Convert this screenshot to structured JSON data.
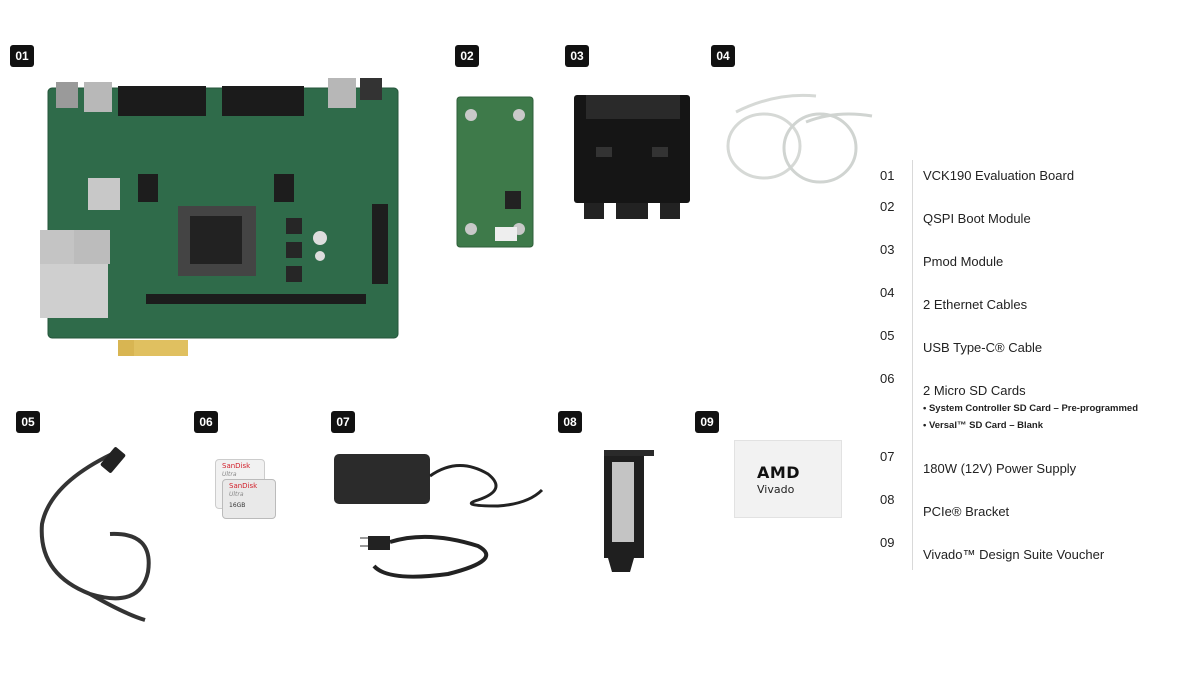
{
  "items": [
    {
      "num": "01",
      "label": "VCK190 Evaluation Board"
    },
    {
      "num": "02",
      "label": "QSPI Boot Module"
    },
    {
      "num": "03",
      "label": "Pmod Module"
    },
    {
      "num": "04",
      "label": "2 Ethernet Cables"
    },
    {
      "num": "05",
      "label": "USB Type-C® Cable"
    },
    {
      "num": "06",
      "label": "2 Micro SD Cards",
      "sub": [
        "• System Controller SD Card – Pre-programmed",
        "• Versal™ SD Card – Blank"
      ]
    },
    {
      "num": "07",
      "label": "180W (12V) Power Supply"
    },
    {
      "num": "08",
      "label": "PCIe® Bracket"
    },
    {
      "num": "09",
      "label": "Vivado™ Design Suite Voucher"
    }
  ],
  "sdcard": {
    "brand": "SanDisk",
    "line": "Ultra",
    "capacity": "16GB"
  },
  "voucher": {
    "brand": "AMD",
    "product": "Vivado"
  },
  "colors": {
    "badge": "#111111",
    "pcb": "#2f6b4a",
    "divider": "#d9d9d9"
  }
}
